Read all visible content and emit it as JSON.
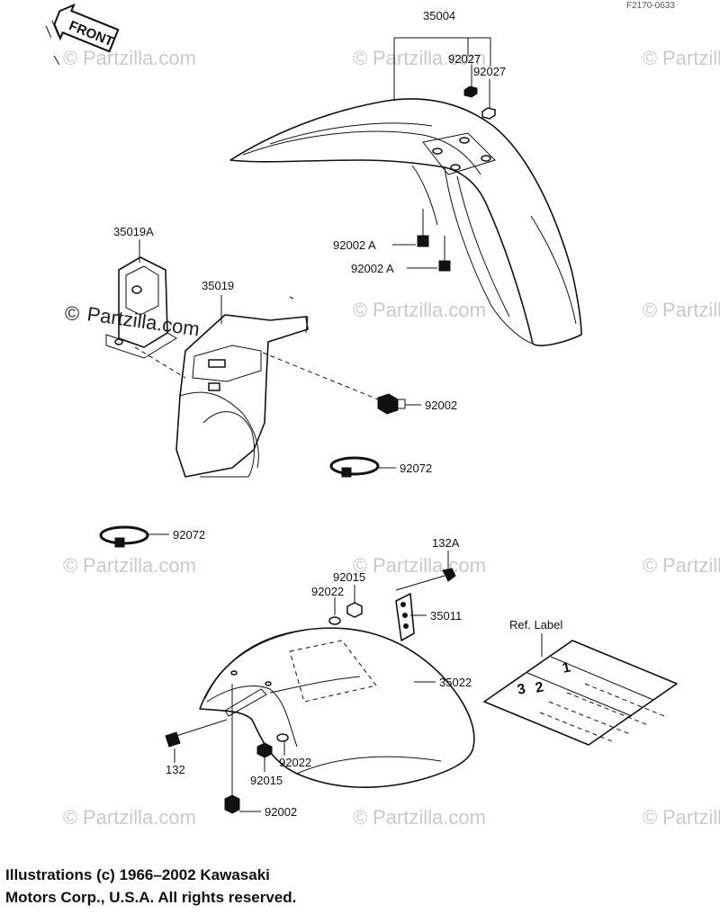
{
  "diagram_code": "F2170-0633",
  "front_arrow_label": "FRONT",
  "watermark": "Partzilla.com",
  "watermark_symbol": "©",
  "parts": {
    "p35004": "35004",
    "p92027a": "92027",
    "p92027b": "92027",
    "p35019A": "35019A",
    "p35019": "35019",
    "p92002A_1": "92002 A",
    "p92002A_2": "92002 A",
    "p92002_mid": "92002",
    "p92072_right": "92072",
    "p92072_left": "92072",
    "p132A": "132A",
    "p92015_top": "92015",
    "p92022_top": "92022",
    "p35011": "35011",
    "p35022": "35022",
    "p132": "132",
    "p92022_bot": "92022",
    "p92015_bot": "92015",
    "p92002_bot": "92002",
    "ref_label": "Ref. Label",
    "ref_digits": [
      "3",
      "2",
      "1"
    ]
  },
  "copyright": {
    "line1": "Illustrations (c) 1966–2002 Kawasaki",
    "line2": "Motors Corp., U.S.A.  All rights reserved."
  }
}
